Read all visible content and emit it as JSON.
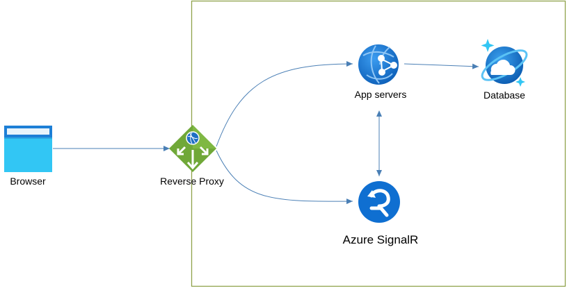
{
  "nodes": {
    "browser": {
      "label": "Browser",
      "icon": "browser-window-icon"
    },
    "reverse_proxy": {
      "label": "Reverse Proxy",
      "icon": "reverse-proxy-icon"
    },
    "app_servers": {
      "label": "App servers",
      "icon": "app-service-globe-icon"
    },
    "database": {
      "label": "Database",
      "icon": "cosmos-db-icon"
    },
    "signalr": {
      "label": "Azure SignalR",
      "icon": "azure-signalr-icon"
    }
  },
  "edges": [
    {
      "from": "browser",
      "to": "reverse_proxy",
      "style": "arrow"
    },
    {
      "from": "reverse_proxy",
      "to": "app_servers",
      "style": "curved-arrow"
    },
    {
      "from": "reverse_proxy",
      "to": "signalr",
      "style": "curved-arrow"
    },
    {
      "from": "app_servers",
      "to": "database",
      "style": "arrow"
    },
    {
      "from": "app_servers",
      "to": "signalr",
      "style": "bidirectional-arrow"
    }
  ],
  "colors": {
    "boundary": "#8fa24a",
    "connector": "#4a7fb5",
    "browser_top": "#1d7fd6",
    "browser_body": "#32c6f4",
    "proxy_green": "#70a838",
    "azure_blue": "#0f6fd1"
  }
}
